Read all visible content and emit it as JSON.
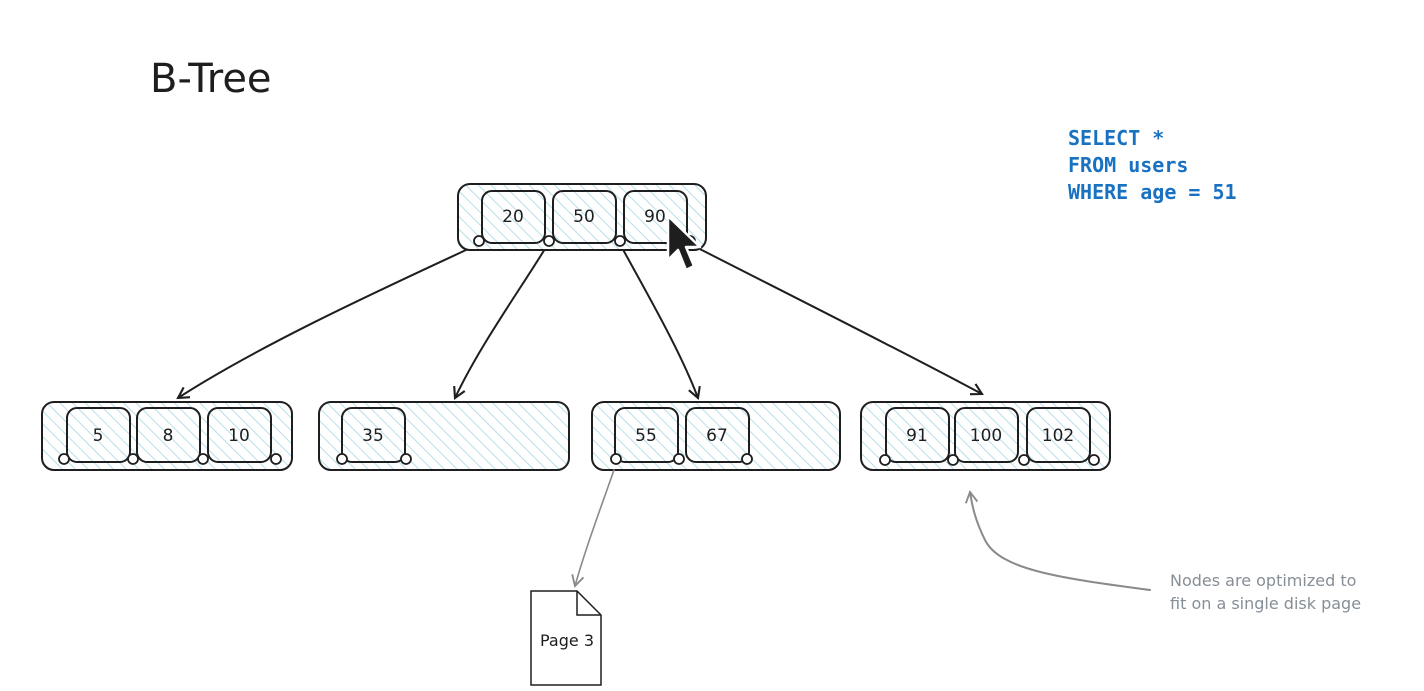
{
  "diagram": {
    "title": "B-Tree",
    "root": {
      "keys": [
        "20",
        "50",
        "90"
      ]
    },
    "leaves": [
      {
        "keys": [
          "5",
          "8",
          "10"
        ]
      },
      {
        "keys": [
          "35"
        ]
      },
      {
        "keys": [
          "55",
          "67"
        ]
      },
      {
        "keys": [
          "91",
          "100",
          "102"
        ]
      }
    ],
    "query": {
      "lines": [
        "SELECT *",
        "FROM users",
        "WHERE age = 51"
      ]
    },
    "page_label": "Page 3",
    "note": {
      "lines": [
        "Nodes are optimized to",
        "fit on a single disk page"
      ]
    },
    "colors": {
      "hatch": "#a5d8e6",
      "query": "#1971c2",
      "note": "#868e96",
      "stroke": "#1e1e1e"
    }
  }
}
